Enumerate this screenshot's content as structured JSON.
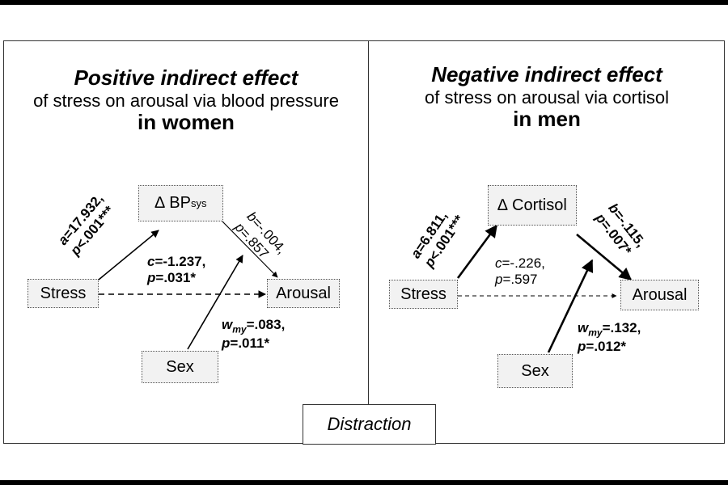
{
  "left": {
    "title_line1": "Positive indirect effect",
    "title_line2": "of stress on arousal via blood pressure",
    "title_line3": "in women",
    "mediator_prefix": "∆ BP",
    "mediator_sub": "sys",
    "stress": "Stress",
    "arousal": "Arousal",
    "sex": "Sex",
    "path_a_coef": "a=17.932,",
    "path_a_p": "p<.001***",
    "path_b_coef": "b=-.004,",
    "path_b_p": "p=.857",
    "path_c_coef": "c=-1.237,",
    "path_c_p": "p=.031*",
    "path_w_coef": "w",
    "path_w_sub": "my",
    "path_w_val": "=.083,",
    "path_w_p": "p=.011*"
  },
  "right": {
    "title_line1": "Negative indirect effect",
    "title_line2": "of stress on arousal via cortisol",
    "title_line3": "in men",
    "mediator": "∆ Cortisol",
    "stress": "Stress",
    "arousal": "Arousal",
    "sex": "Sex",
    "path_a_coef": "a=6.811,",
    "path_a_p": "p<.001***",
    "path_b_coef": "b=-.115,",
    "path_b_p": "p=.007*",
    "path_c_coef": "c=-.226,",
    "path_c_p": "p=.597",
    "path_w_coef": "w",
    "path_w_sub": "my",
    "path_w_val": "=.132,",
    "path_w_p": "p=.012*"
  },
  "footer": {
    "label": "Distraction"
  }
}
